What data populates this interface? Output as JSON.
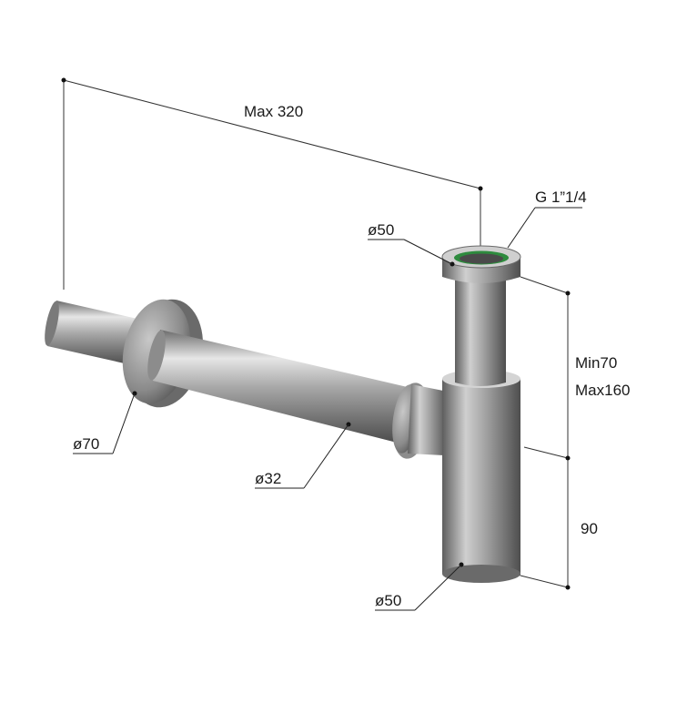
{
  "labels": {
    "max_length": "Max 320",
    "thread": "G 1”1/4",
    "top_diameter": "ø50",
    "height_min": "Min70",
    "height_max": "Max160",
    "rosette_diameter": "ø70",
    "pipe_diameter": "ø32",
    "bottle_height": "90",
    "bottle_diameter": "ø50"
  },
  "colors": {
    "metal_light": "#d9d9d9",
    "metal_mid": "#9a9a9a",
    "metal_dark": "#5a5a5a",
    "gasket": "#2e8b3e"
  }
}
